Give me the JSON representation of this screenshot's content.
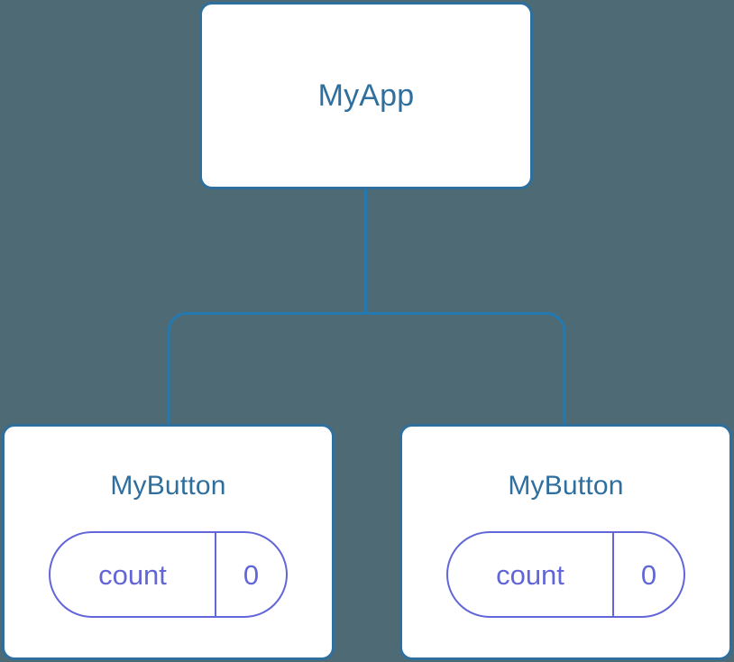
{
  "diagram": {
    "title": "component-tree",
    "background_color": "#4d6a75",
    "node_border_color": "#2e6f9e",
    "node_fill_color": "#ffffff",
    "node_title_color": "#2e6f9e",
    "connector_color": "#2479b0",
    "pill_color": "#6366d8"
  },
  "root": {
    "label": "MyApp"
  },
  "children": [
    {
      "label": "MyButton",
      "state": {
        "key": "count",
        "value": "0"
      }
    },
    {
      "label": "MyButton",
      "state": {
        "key": "count",
        "value": "0"
      }
    }
  ]
}
